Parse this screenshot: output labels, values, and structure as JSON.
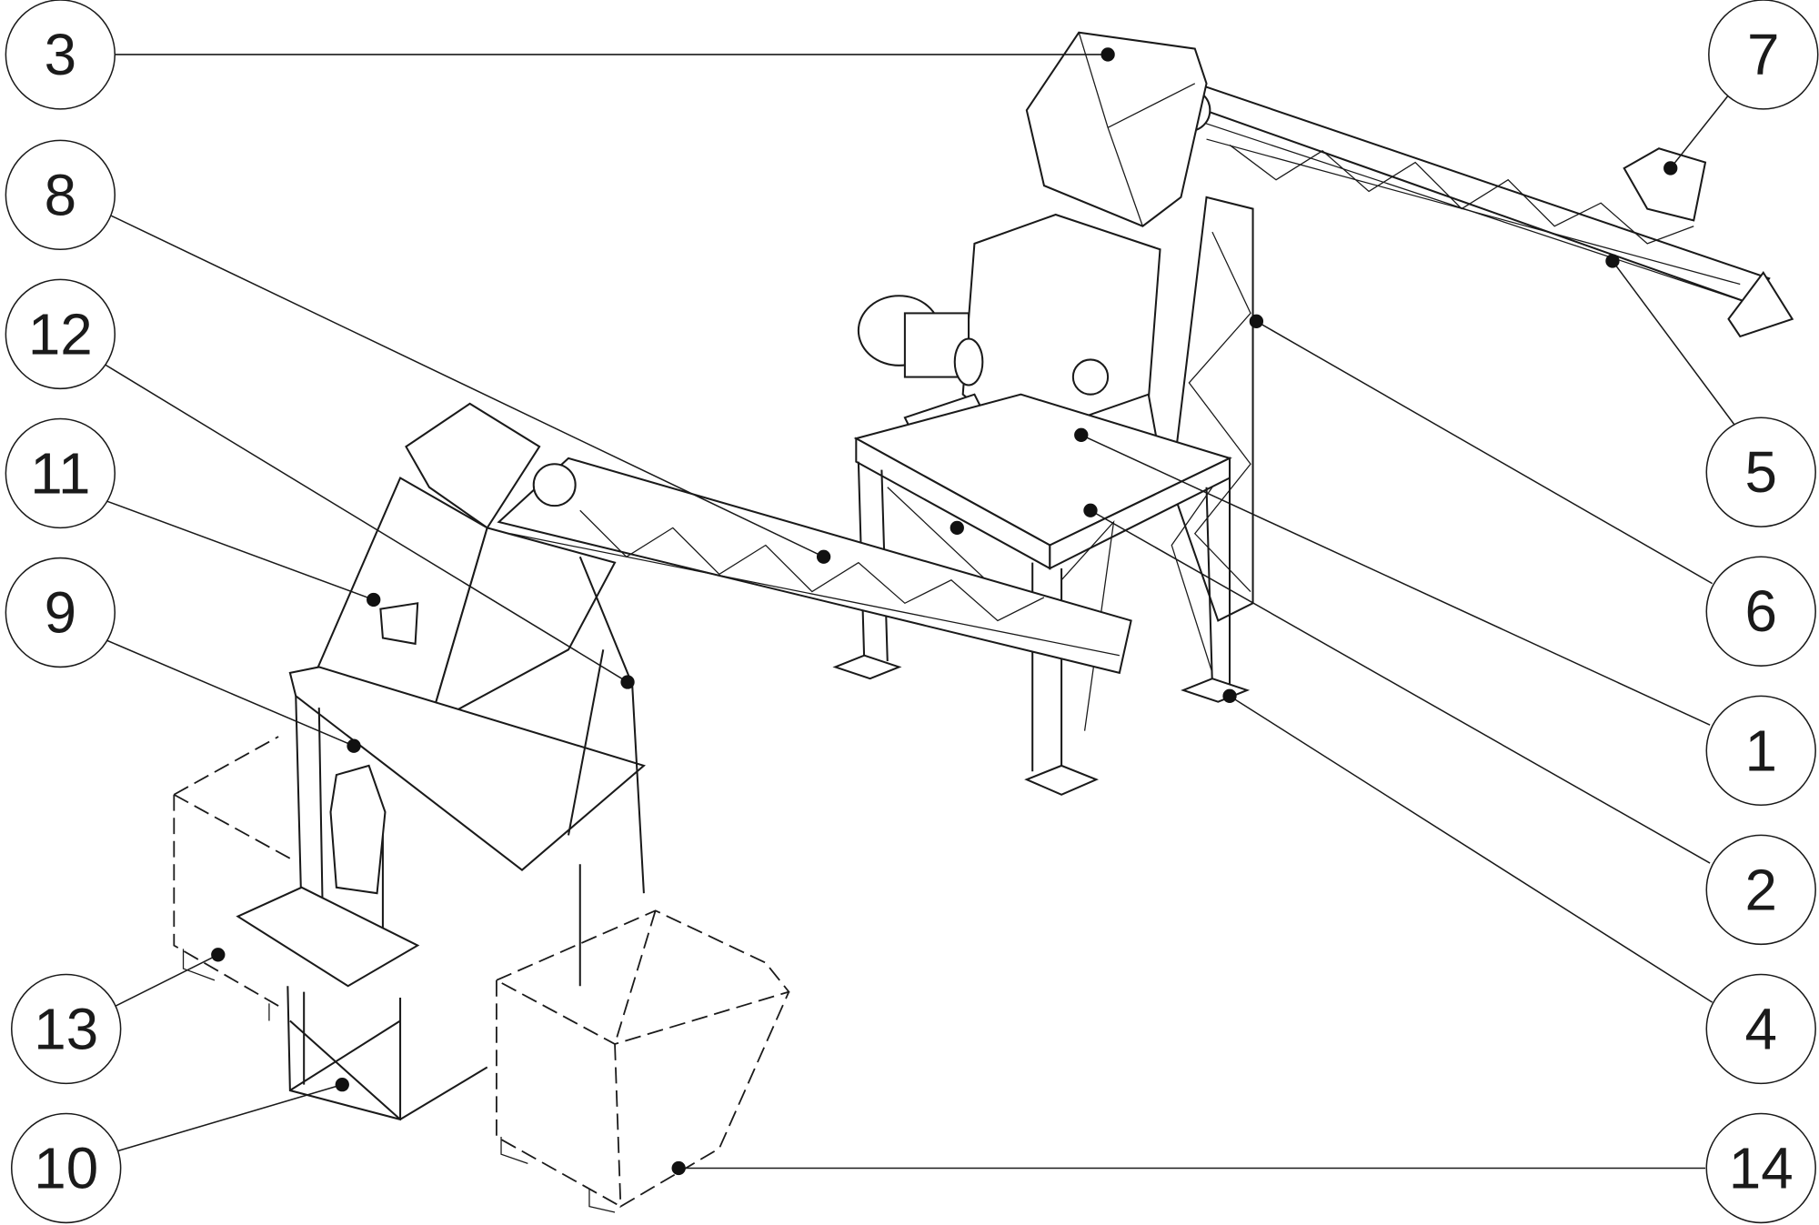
{
  "callouts": [
    {
      "id": "3",
      "label": "3"
    },
    {
      "id": "7",
      "label": "7"
    },
    {
      "id": "8",
      "label": "8"
    },
    {
      "id": "12",
      "label": "12"
    },
    {
      "id": "11",
      "label": "11"
    },
    {
      "id": "9",
      "label": "9"
    },
    {
      "id": "13",
      "label": "13"
    },
    {
      "id": "10",
      "label": "10"
    },
    {
      "id": "5",
      "label": "5"
    },
    {
      "id": "6",
      "label": "6"
    },
    {
      "id": "1",
      "label": "1"
    },
    {
      "id": "2",
      "label": "2"
    },
    {
      "id": "4",
      "label": "4"
    },
    {
      "id": "14",
      "label": "14"
    }
  ]
}
